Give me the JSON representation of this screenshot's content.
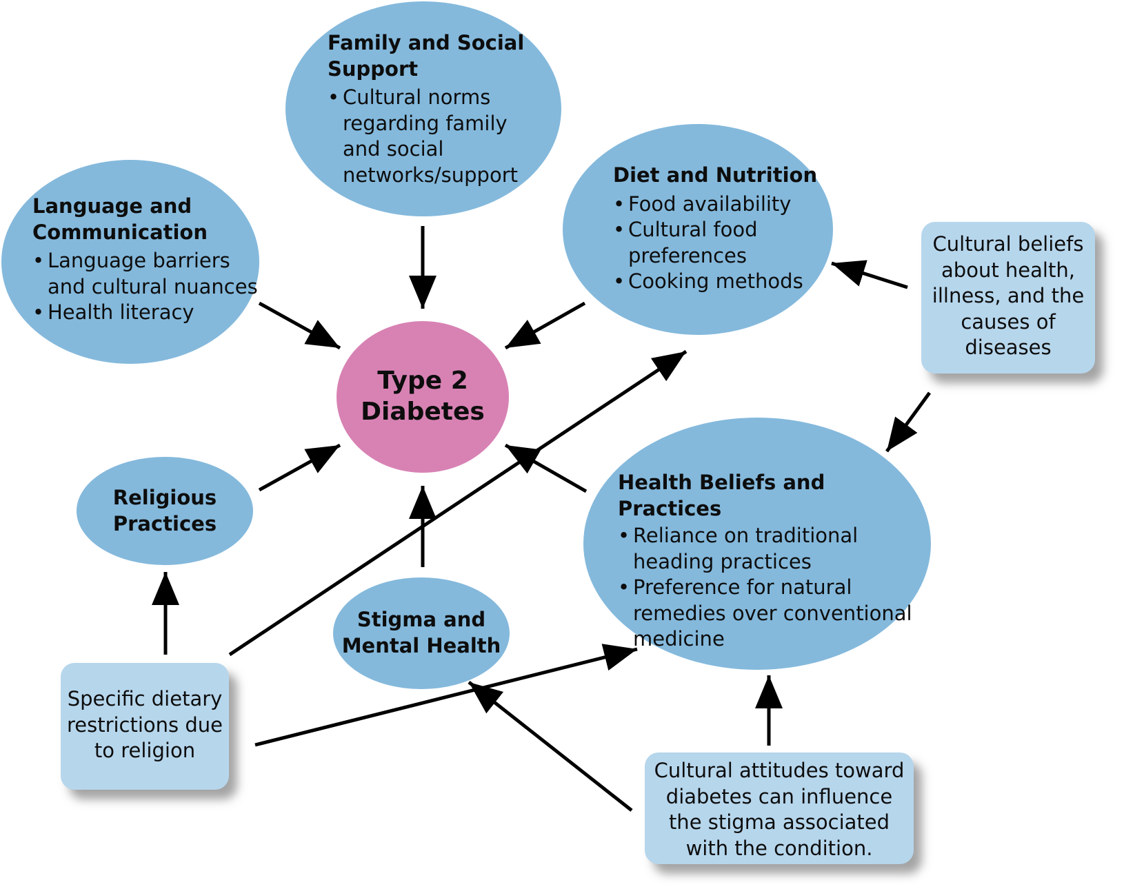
{
  "center": {
    "line1": "Type 2",
    "line2": "Diabetes"
  },
  "family_social": {
    "title1": "Family and Social",
    "title2": "Support",
    "bullet1": [
      "Cultural norms",
      "regarding family",
      "and social",
      "networks/support"
    ]
  },
  "language": {
    "title1": "Language and",
    "title2": "Communication",
    "bullet1": [
      "Language barriers",
      "and cultural nuances"
    ],
    "bullet2": "Health literacy"
  },
  "diet": {
    "title": "Diet and Nutrition",
    "bullet1": "Food availability",
    "bullet2": [
      "Cultural food",
      "preferences"
    ],
    "bullet3": "Cooking methods"
  },
  "religious": {
    "title1": "Religious",
    "title2": "Practices"
  },
  "stigma": {
    "title1": "Stigma and",
    "title2": "Mental Health"
  },
  "health_beliefs": {
    "title": "Health Beliefs and Practices",
    "bullet1": [
      "Reliance on traditional",
      "heading practices"
    ],
    "bullet2": [
      "Preference for natural",
      "remedies over conventional",
      "medicine"
    ]
  },
  "box_beliefs": [
    "Cultural beliefs",
    "about health,",
    "illness, and the",
    "causes of",
    "diseases"
  ],
  "box_dietary": [
    "Specific dietary",
    "restrictions due",
    "to religion"
  ],
  "box_attitudes": [
    "Cultural attitudes toward",
    "diabetes can influence",
    "the stigma associated",
    "with the condition."
  ],
  "colors": {
    "ellipse": "#84b9dc",
    "center": "#d882b4",
    "box": "#b6d6ec",
    "arrow": "#000000"
  }
}
